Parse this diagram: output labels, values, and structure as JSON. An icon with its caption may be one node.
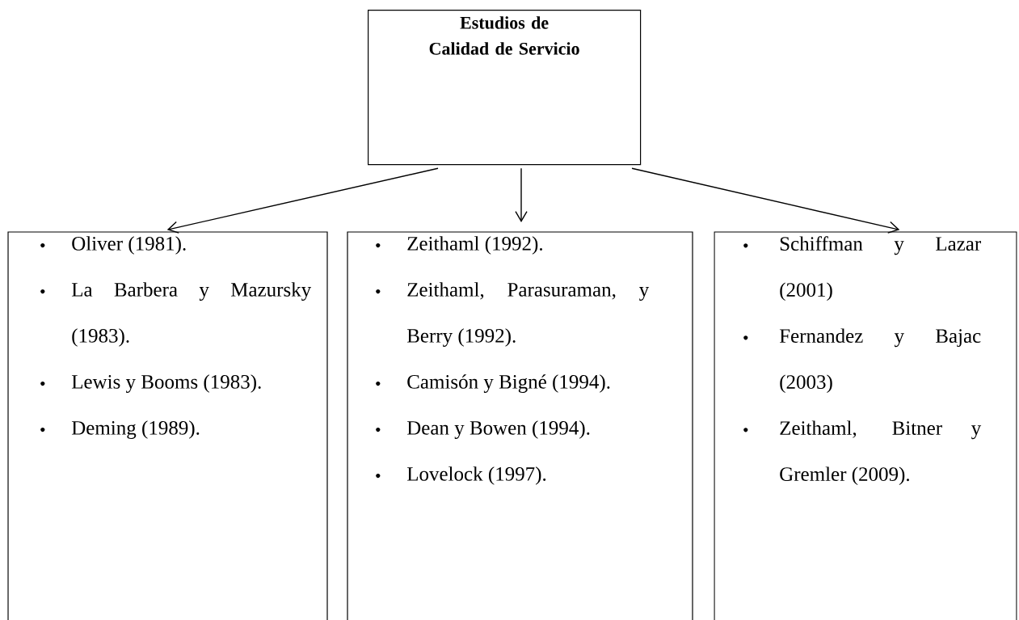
{
  "diagram": {
    "nodes": [
      {
        "text": [
          "Estudios de Calidad de Servicio"
        ]
      },
      {
        "text": [
          "Oliver (1981).",
          "La Barbera y Mazursky (1983).",
          "Lewis y Booms (1983).",
          "Deming (1989)."
        ]
      },
      {
        "text": [
          "Zeithaml (1992).",
          "Zeithaml, Parasuraman, y Berry (1992).",
          "Camisón y Bigné (1994).",
          "Dean y Bowen (1994).",
          "Lovelock (1997)."
        ]
      },
      {
        "text": [
          "Schiffman y Lazar (2001)",
          "Fernandez y Bajac (2003)",
          "Zeithaml, Bitner y Gremler (2009)."
        ]
      }
    ],
    "edges": [
      {
        "from": 0,
        "to": 1,
        "arrow": "to"
      },
      {
        "from": 0,
        "to": 2,
        "arrow": "to"
      },
      {
        "from": 0,
        "to": 3,
        "arrow": "to"
      }
    ]
  }
}
